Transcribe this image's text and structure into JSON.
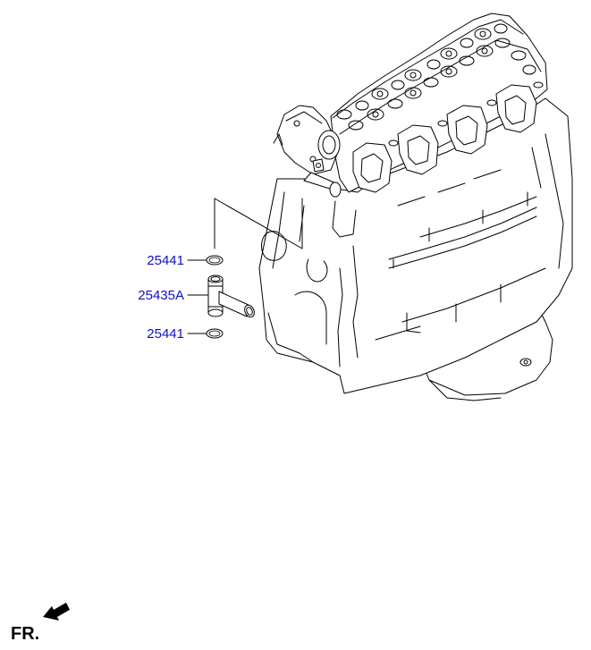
{
  "parts": {
    "oring_upper": {
      "number": "25441"
    },
    "pipe": {
      "number": "25435A"
    },
    "oring_lower": {
      "number": "25441"
    }
  },
  "direction_indicator": {
    "label": "FR.",
    "icon": "arrow-icon"
  },
  "colors": {
    "callout_text": "#1010c8",
    "line_art": "#000000",
    "background": "#ffffff"
  }
}
